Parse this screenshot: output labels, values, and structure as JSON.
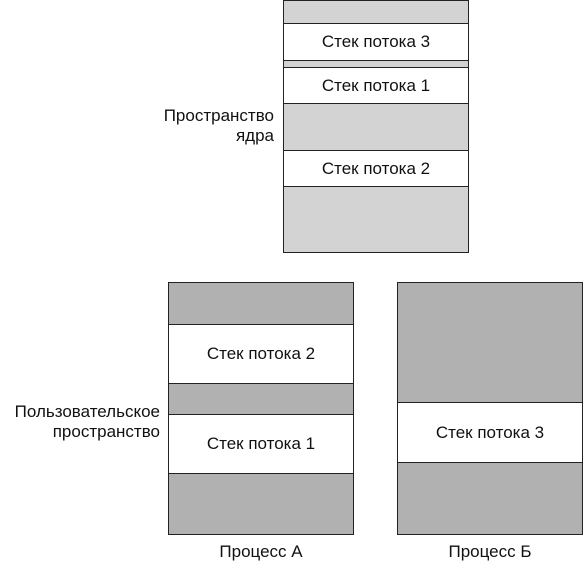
{
  "kernel": {
    "label_line1": "Пространство",
    "label_line2": "ядра",
    "stacks": {
      "thread3": "Стек потока 3",
      "thread1": "Стек потока 1",
      "thread2": "Стек потока 2"
    }
  },
  "user_space": {
    "label_line1": "Пользовательское",
    "label_line2": "пространство"
  },
  "process_a": {
    "caption": "Процесс А",
    "stacks": {
      "thread2": "Стек потока 2",
      "thread1": "Стек потока 1"
    }
  },
  "process_b": {
    "caption": "Процесс Б",
    "stacks": {
      "thread3": "Стек потока 3"
    }
  },
  "colors": {
    "kernel_fill": "#d3d3d3",
    "user_fill": "#b1b1b1",
    "stack_fill": "#ffffff",
    "border": "#222222"
  }
}
